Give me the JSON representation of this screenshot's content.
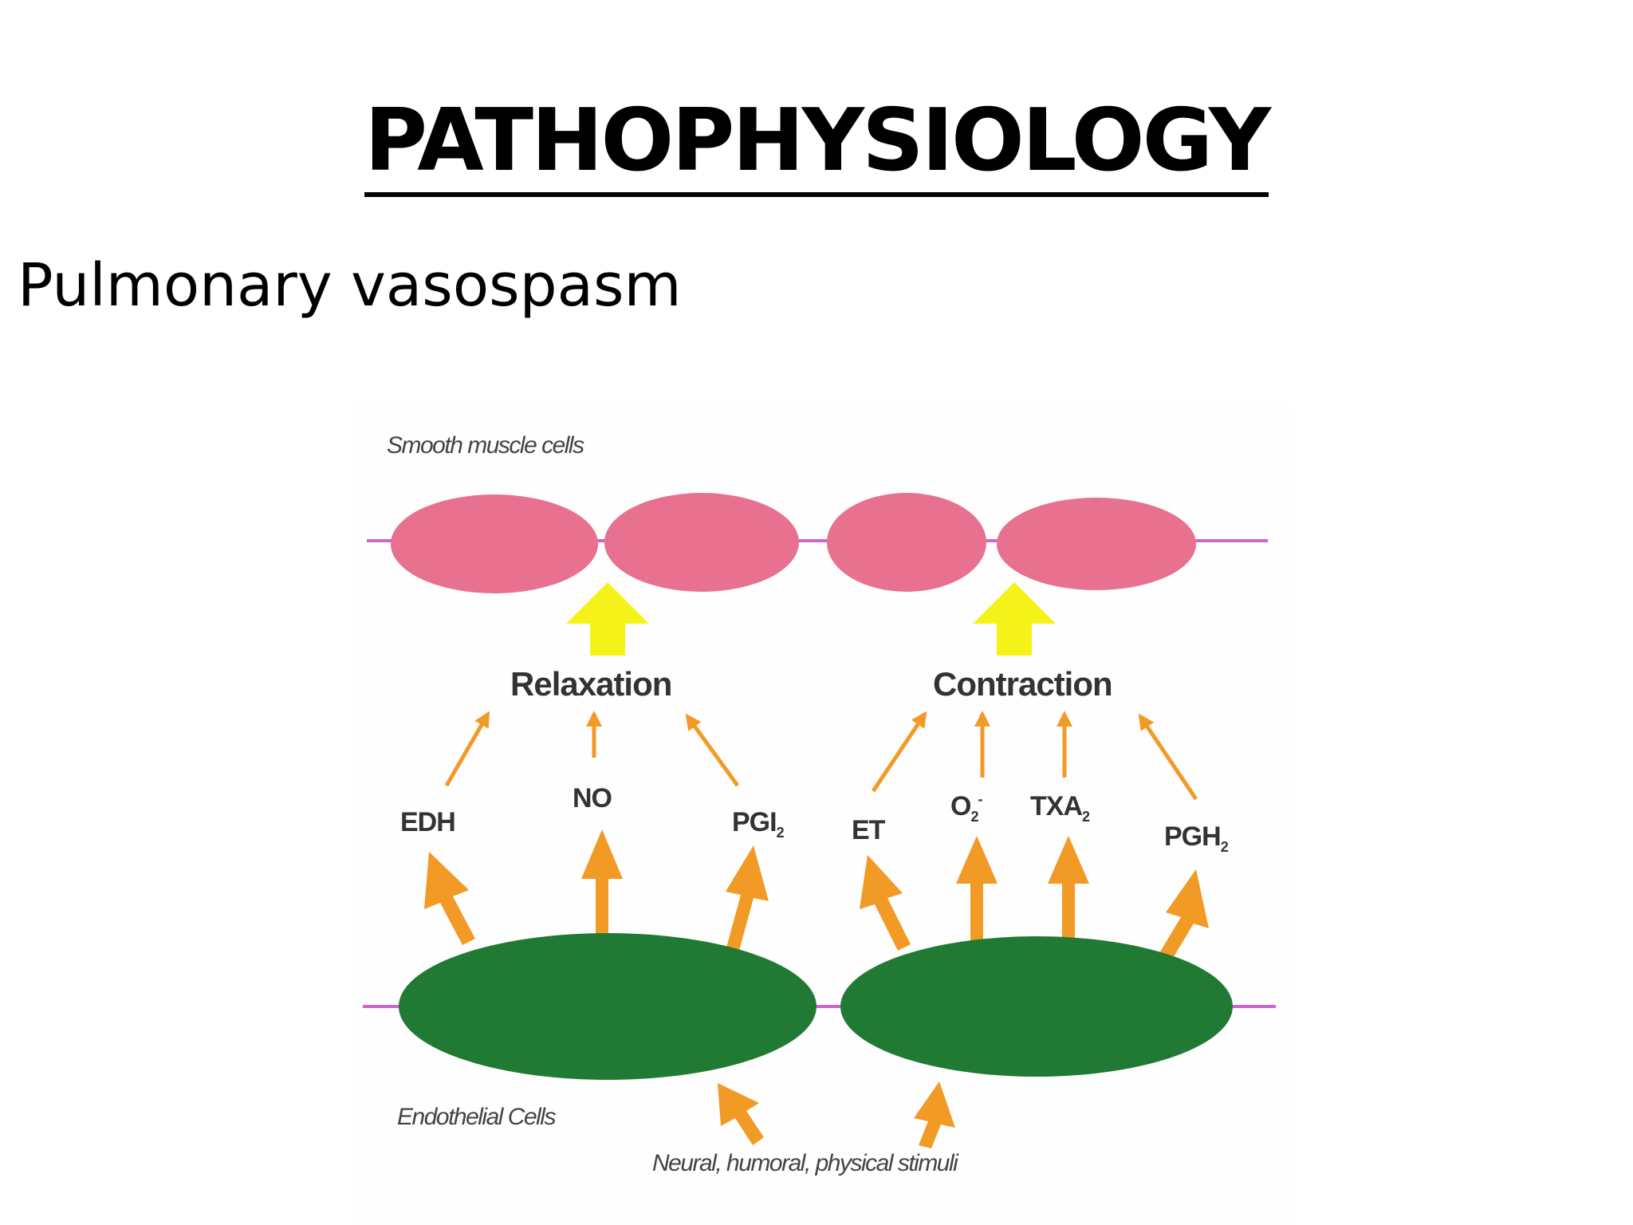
{
  "slide": {
    "title": "PATHOPHYSIOLOGY",
    "subtitle": "Pulmonary vasospasm"
  },
  "diagram": {
    "smooth_muscle_label": "Smooth muscle cells",
    "endothelial_label": "Endothelial Cells",
    "stimuli_label": "Neural, humoral, physical stimuli",
    "relaxation_label": "Relaxation",
    "contraction_label": "Contraction",
    "relaxing_factors": [
      {
        "name": "EDH",
        "sub": ""
      },
      {
        "name": "NO",
        "sub": ""
      },
      {
        "name": "PGI",
        "sub": "2"
      }
    ],
    "contracting_factors": [
      {
        "name": "ET",
        "sub": ""
      },
      {
        "name": "O",
        "sub": "2",
        "sup": "-"
      },
      {
        "name": "TXA",
        "sub": "2"
      },
      {
        "name": "PGH",
        "sub": "2"
      }
    ],
    "colors": {
      "smooth_muscle": "#e7718f",
      "endothelial": "#217a33",
      "membrane_line": "#cc66cc",
      "factor_arrow": "#f29a26",
      "effect_arrow": "#f5f21a"
    }
  }
}
